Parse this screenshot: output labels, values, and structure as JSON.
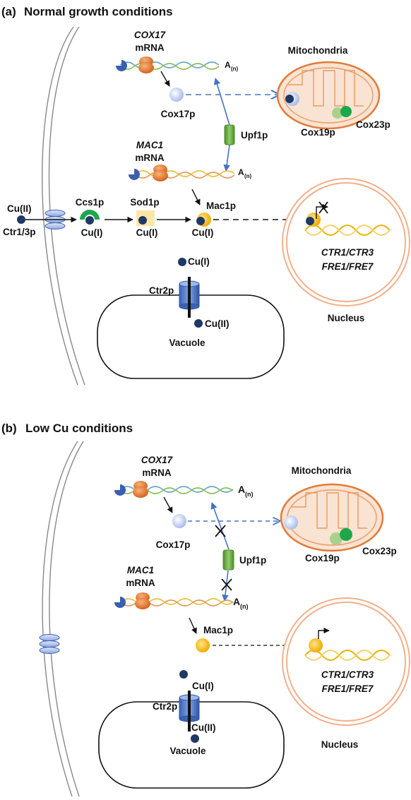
{
  "colors": {
    "blue_arrow": "#4472c4",
    "dark_blue": "#2e4a8b",
    "orange": "#e07b39",
    "orange_outline": "#f2b08a",
    "yellow": "#f5b800",
    "green": "#70ad47",
    "bright_green": "#1aa84a",
    "light_blue": "#b7c9ef",
    "mito_fill": "#f9e3d2",
    "cu_dot": "#1f3864"
  },
  "panel_a": {
    "title_tag": "(a)",
    "title": "Normal growth conditions",
    "cox17_gene": "COX17",
    "cox17_mrna": "mRNA",
    "polya_a": "A",
    "polya_n": "(n)",
    "mitochondria": "Mitochondria",
    "cox17p": "Cox17p",
    "upf1p": "Upf1p",
    "cox19p": "Cox19p",
    "cox23p": "Cox23p",
    "mac1_gene": "MAC1",
    "mac1_mrna": "mRNA",
    "cu2_outside": "Cu(II)",
    "ctr13p": "Ctr1/3p",
    "ccs1p": "Ccs1p",
    "cu1_ccs": "Cu(I)",
    "sod1p": "Sod1p",
    "cu1_sod": "Cu(I)",
    "mac1p": "Mac1p",
    "cu1_mac": "Cu(I)",
    "ctr1_ctr3": "CTR1/CTR3",
    "fre1_fre7": "FRE1/FRE7",
    "nucleus": "Nucleus",
    "cu1_ctr2": "Cu(I)",
    "ctr2p": "Ctr2p",
    "cu2_vac": "Cu(II)",
    "vacuole": "Vacuole"
  },
  "panel_b": {
    "title_tag": "(b)",
    "title": "Low Cu conditions",
    "cox17_gene": "COX17",
    "cox17_mrna": "mRNA",
    "polya_a": "A",
    "polya_n": "(n)",
    "mitochondria": "Mitochondria",
    "cox17p": "Cox17p",
    "upf1p": "Upf1p",
    "cox19p": "Cox19p",
    "cox23p": "Cox23p",
    "mac1_gene": "MAC1",
    "mac1_mrna": "mRNA",
    "mac1p": "Mac1p",
    "ctr1_ctr3": "CTR1/CTR3",
    "fre1_fre7": "FRE1/FRE7",
    "nucleus": "Nucleus",
    "cu1_ctr2": "Cu(I)",
    "ctr2p": "Ctr2p",
    "cu2_vac": "Cu(II)",
    "vacuole": "Vacuole"
  }
}
